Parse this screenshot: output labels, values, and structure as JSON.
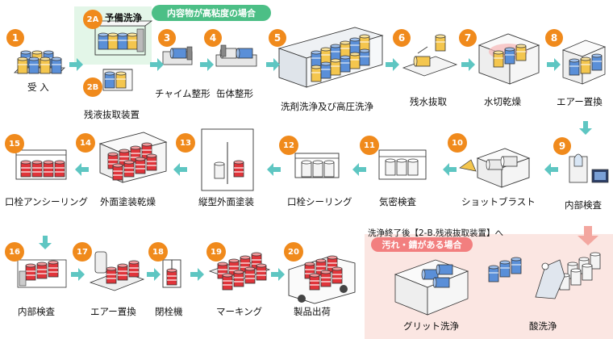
{
  "colors": {
    "badge": "#f08a1c",
    "arrow": "#5ec6c2",
    "green_panel": "#e3f6e8",
    "green_pill": "#4cbf86",
    "pink_panel": "#fbe6e2",
    "pink_pill": "#f27f7f",
    "pink_arrow": "#f3a7a0",
    "drum_blue": "#5a8fd8",
    "drum_yellow": "#f4c64e",
    "drum_red": "#e0343a",
    "line": "#333333"
  },
  "banners": {
    "viscous": "内容物が高粘度の場合",
    "after_wash": "洗浄終了後【2-B.残液抜取装置】へ",
    "rust": "汚れ・錆がある場合"
  },
  "steps": [
    {
      "num": "1",
      "label": "受 入"
    },
    {
      "num": "2A",
      "label": "予備洗浄"
    },
    {
      "num": "2B",
      "label": "残液抜取装置"
    },
    {
      "num": "3",
      "label": "チャイム整形"
    },
    {
      "num": "4",
      "label": "缶体整形"
    },
    {
      "num": "5",
      "label": "洗剤洗浄及び高圧洗浄"
    },
    {
      "num": "6",
      "label": "残水抜取"
    },
    {
      "num": "7",
      "label": "水切乾燥"
    },
    {
      "num": "8",
      "label": "エアー置換"
    },
    {
      "num": "9",
      "label": "内部検査"
    },
    {
      "num": "10",
      "label": "ショットブラスト"
    },
    {
      "num": "11",
      "label": "気密検査"
    },
    {
      "num": "12",
      "label": "口栓シーリング"
    },
    {
      "num": "13",
      "label": "縦型外面塗装"
    },
    {
      "num": "14",
      "label": "外面塗装乾燥"
    },
    {
      "num": "15",
      "label": "口栓アンシーリング"
    },
    {
      "num": "16",
      "label": "内部検査"
    },
    {
      "num": "17",
      "label": "エアー置換"
    },
    {
      "num": "18",
      "label": "閉栓機"
    },
    {
      "num": "19",
      "label": "マーキング"
    },
    {
      "num": "20",
      "label": "製品出荷"
    }
  ],
  "extra_labels": {
    "grit": "グリット洗浄",
    "acid": "酸洗浄"
  }
}
